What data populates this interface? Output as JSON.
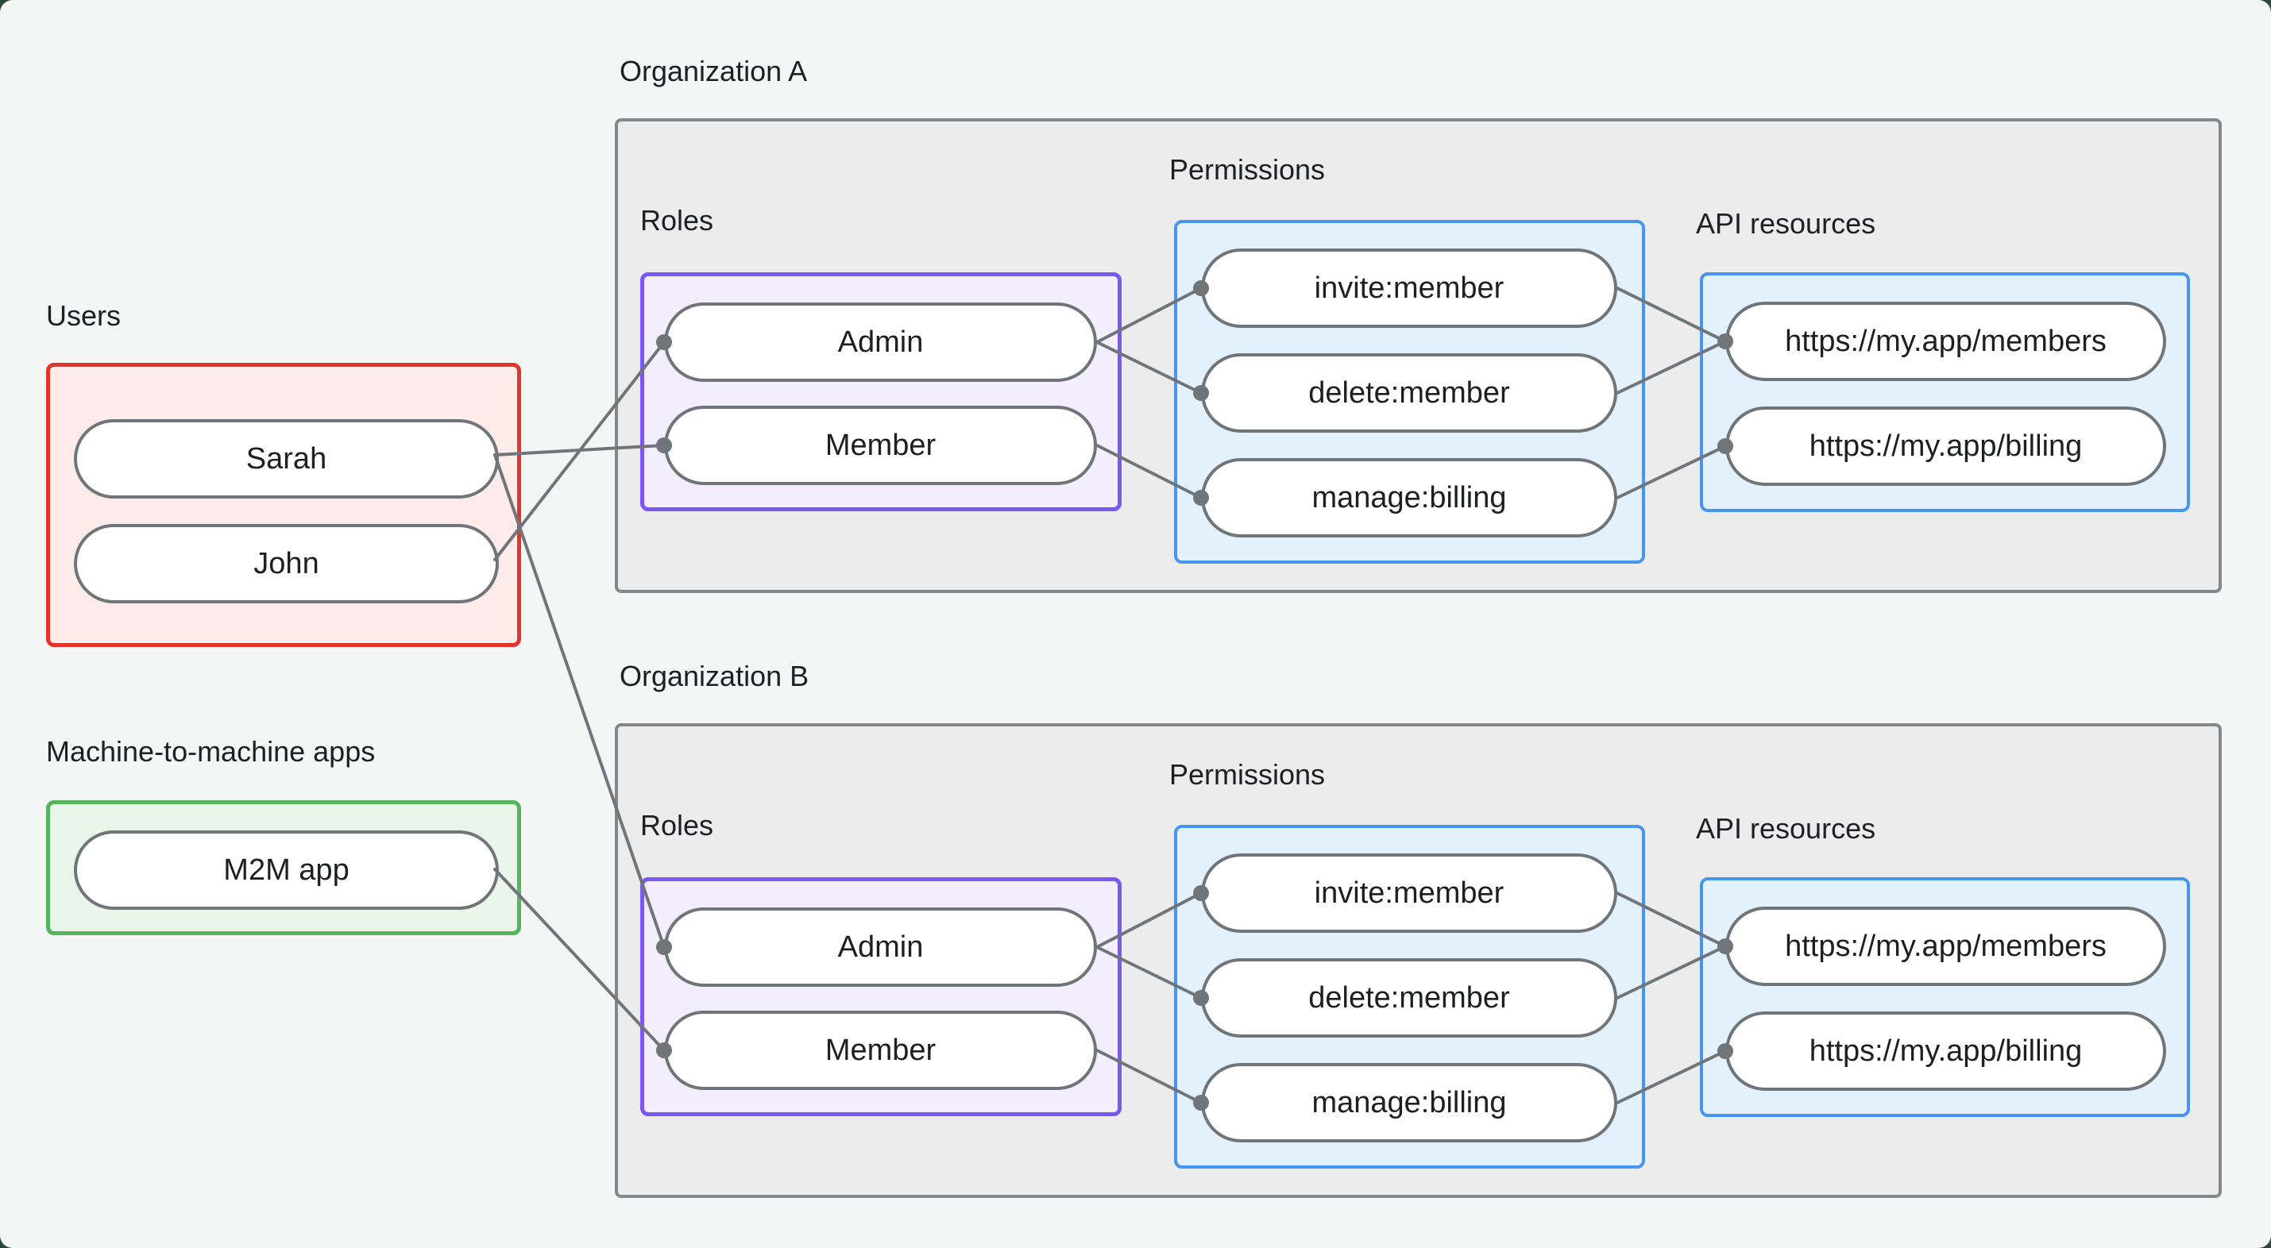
{
  "frame": {
    "panel_bg": "#f4f6f5",
    "behind_bg": "#2d4a38"
  },
  "palette": {
    "connector_line": "#70757a",
    "connector_dot": "#70757a",
    "pill_border": "#70757a",
    "pill_bg": "#ffffff",
    "text": "#1d1f22",
    "users_border": "#e0362c",
    "users_bg": "#fcebe9",
    "m2m_border": "#55b45c",
    "m2m_bg": "#e9f5e8",
    "org_border": "#85878a",
    "org_bg": "#ececec",
    "roles_border": "#7b57f5",
    "roles_bg": "#f3eefc",
    "blue_border": "#4695f2",
    "blue_bg": "#e3f1fd"
  },
  "left_column": {
    "users": {
      "label": "Users",
      "nodes": [
        "Sarah",
        "John"
      ]
    },
    "machine_apps": {
      "label": "Machine-to-machine apps",
      "nodes": [
        "M2M app"
      ]
    }
  },
  "organizations": [
    {
      "title": "Organization A",
      "roles": {
        "label": "Roles",
        "nodes": [
          "Admin",
          "Member"
        ]
      },
      "permissions": {
        "label": "Permissions",
        "nodes": [
          "invite:member",
          "delete:member",
          "manage:billing"
        ]
      },
      "api_resources": {
        "label": "API resources",
        "nodes": [
          "https://my.app/members",
          "https://my.app/billing"
        ]
      }
    },
    {
      "title": "Organization B",
      "roles": {
        "label": "Roles",
        "nodes": [
          "Admin",
          "Member"
        ]
      },
      "permissions": {
        "label": "Permissions",
        "nodes": [
          "invite:member",
          "delete:member",
          "manage:billing"
        ]
      },
      "api_resources": {
        "label": "API resources",
        "nodes": [
          "https://my.app/members",
          "https://my.app/billing"
        ]
      }
    }
  ],
  "connections": [
    {
      "from": "Sarah",
      "to": "Organization A / Member"
    },
    {
      "from": "Sarah",
      "to": "Organization B / Admin"
    },
    {
      "from": "John",
      "to": "Organization A / Admin"
    },
    {
      "from": "M2M app",
      "to": "Organization B / Member"
    },
    {
      "from": "Organization A / Admin",
      "to": "Organization A / invite:member"
    },
    {
      "from": "Organization A / Admin",
      "to": "Organization A / delete:member"
    },
    {
      "from": "Organization A / Member",
      "to": "Organization A / manage:billing"
    },
    {
      "from": "Organization A / invite:member",
      "to": "Organization A / https://my.app/members"
    },
    {
      "from": "Organization A / delete:member",
      "to": "Organization A / https://my.app/members"
    },
    {
      "from": "Organization A / manage:billing",
      "to": "Organization A / https://my.app/billing"
    },
    {
      "from": "Organization B / Admin",
      "to": "Organization B / invite:member"
    },
    {
      "from": "Organization B / Admin",
      "to": "Organization B / delete:member"
    },
    {
      "from": "Organization B / Member",
      "to": "Organization B / manage:billing"
    },
    {
      "from": "Organization B / invite:member",
      "to": "Organization B / https://my.app/members"
    },
    {
      "from": "Organization B / delete:member",
      "to": "Organization B / https://my.app/members"
    },
    {
      "from": "Organization B / manage:billing",
      "to": "Organization B / https://my.app/billing"
    }
  ]
}
